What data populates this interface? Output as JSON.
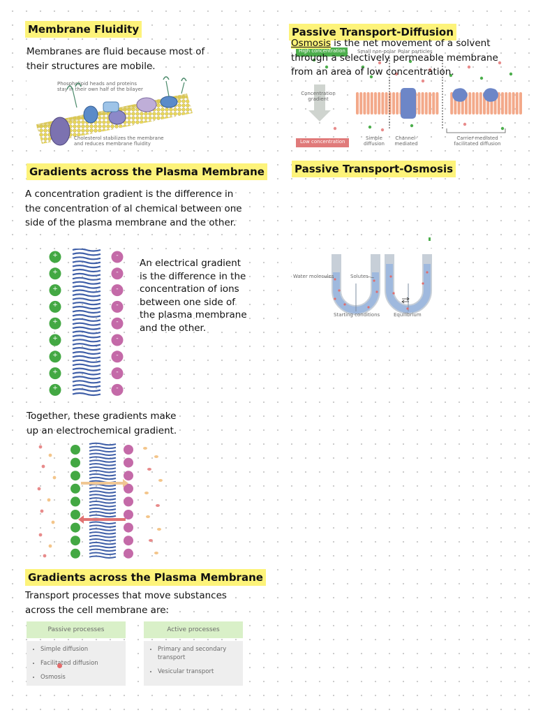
{
  "left": {
    "fluidity": {
      "heading": "Membrane Fluidity",
      "text": "Membranes are fluid because most of their structures are mobile.",
      "figure": {
        "caption_top": "Phospholipid heads and proteins stay in their own half of the bilayer",
        "caption_bottom": "Cholesterol stabilizes the membrane and reduces membrane fluidity"
      }
    },
    "gradients": {
      "heading": "Gradients across the Plasma Membrane",
      "text": "A concentration gradient is the difference in the concentration of al chemical between one side of the plasma membrane and the other.",
      "electrical_text": "An electrical gradient is the difference in the concentration of ions between one side of the plasma membrane and the other.",
      "together_text": "Together, these gradients make up an electrochemical gradient.",
      "plus_sign": "+",
      "minus_sign": "-"
    },
    "transport": {
      "heading": "Gradients across the Plasma Membrane",
      "text": "Transport processes that move substances across the cell membrane are:",
      "passive_header": "Passive processes",
      "passive_items": [
        "Simple diffusion",
        "Facilitated diffusion",
        "Osmosis"
      ],
      "active_header": "Active processes",
      "active_items": [
        "Primary and secondary transport",
        "Vesicular transport"
      ]
    }
  },
  "right": {
    "diffusion": {
      "heading": "Passive Transport-Diffusion",
      "osmosis_word": "Osmosis",
      "text_rest": " is the net movement of a solvent through a selectively permeable membrane from an area of low concentration.",
      "figure": {
        "high_label": "High concentration",
        "low_label": "Low concentration",
        "gradient_label": "Concentration gradient",
        "label_nonpolar": "Small non-polar",
        "label_polar": "Polar particles",
        "label_simple": "Simple diffusion",
        "label_channel": "Channel-mediated",
        "label_carrier": "Carrier-mediated facilitated diffusion"
      }
    },
    "osmosis": {
      "heading": "Passive Transport-Osmosis",
      "figure": {
        "water_label": "Water molecules",
        "solutes_label": "Solutes",
        "start_label": "Starting conditions",
        "equilibrium_label": "Equilibrium"
      }
    }
  },
  "colors": {
    "highlight": "#fdf37a",
    "green_ion": "#43a843",
    "purple_ion": "#c46aa8",
    "membrane_blue": "#3f5fa8",
    "table_header": "#d9f0c8",
    "table_body": "#eeeeee"
  }
}
